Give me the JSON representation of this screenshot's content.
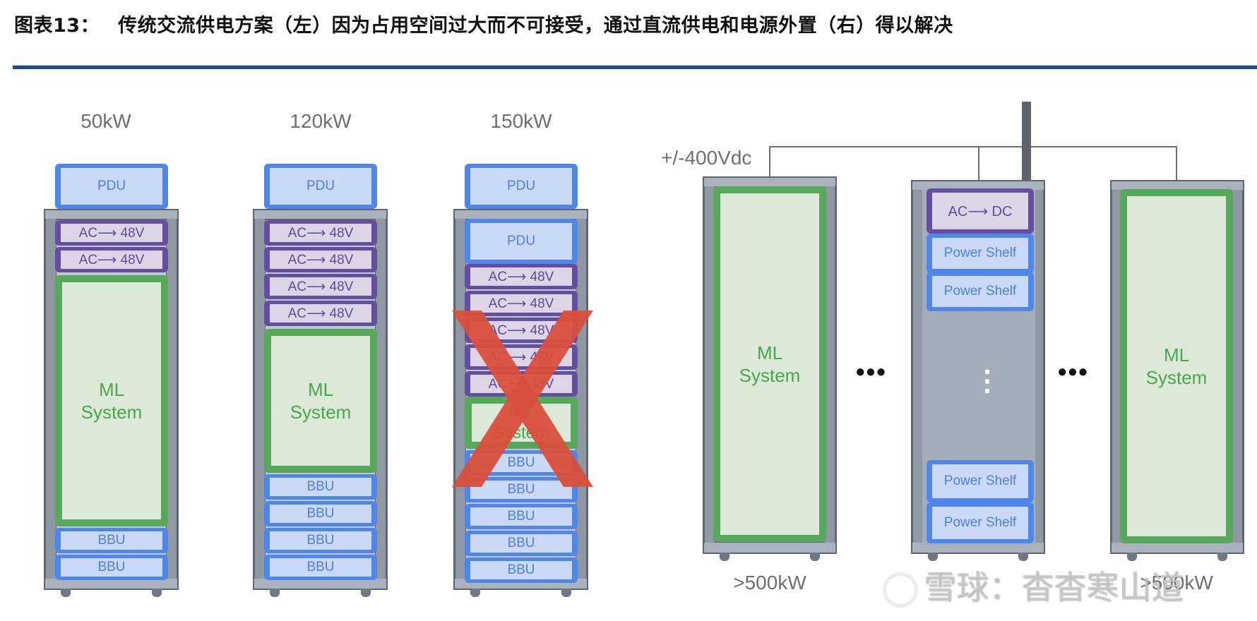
{
  "figure": {
    "number_label": "图表13：",
    "title": "传统交流供电方案（左）因为占用空间过大而不可接受，通过直流供电和电源外置（右）得以解决",
    "rule_color": "#1f4e82"
  },
  "left_racks": [
    {
      "power": "50kW",
      "top_pdu": "PDU",
      "modules": [
        {
          "type": "ac48",
          "label": "AC⟶ 48V"
        },
        {
          "type": "ac48",
          "label": "AC⟶ 48V"
        },
        {
          "type": "ml",
          "label_line1": "ML",
          "label_line2": "System"
        },
        {
          "type": "bbu",
          "label": "BBU"
        },
        {
          "type": "bbu",
          "label": "BBU"
        }
      ],
      "rejected": false
    },
    {
      "power": "120kW",
      "top_pdu": "PDU",
      "modules": [
        {
          "type": "ac48",
          "label": "AC⟶ 48V"
        },
        {
          "type": "ac48",
          "label": "AC⟶ 48V"
        },
        {
          "type": "ac48",
          "label": "AC⟶ 48V"
        },
        {
          "type": "ac48",
          "label": "AC⟶ 48V"
        },
        {
          "type": "ml",
          "label_line1": "ML",
          "label_line2": "System"
        },
        {
          "type": "bbu",
          "label": "BBU"
        },
        {
          "type": "bbu",
          "label": "BBU"
        },
        {
          "type": "bbu",
          "label": "BBU"
        },
        {
          "type": "bbu",
          "label": "BBU"
        }
      ],
      "rejected": false
    },
    {
      "power": "150kW",
      "top_pdu": "PDU",
      "modules": [
        {
          "type": "pdu",
          "label": "PDU"
        },
        {
          "type": "ac48",
          "label": "AC⟶ 48V"
        },
        {
          "type": "ac48",
          "label": "AC⟶ 48V"
        },
        {
          "type": "ac48",
          "label": "AC⟶ 48V"
        },
        {
          "type": "ac48",
          "label": "AC⟶ 48V"
        },
        {
          "type": "ac48",
          "label": "AC⟶ 48V"
        },
        {
          "type": "ml",
          "label_line1": "ML",
          "label_line2": "System"
        },
        {
          "type": "bbu",
          "label": "BBU"
        },
        {
          "type": "bbu",
          "label": "BBU"
        },
        {
          "type": "bbu",
          "label": "BBU"
        },
        {
          "type": "bbu",
          "label": "BBU"
        },
        {
          "type": "bbu",
          "label": "BBU"
        }
      ],
      "rejected": true,
      "reject_mark": "X",
      "reject_color": "#d94f3d"
    }
  ],
  "right_system": {
    "bus_label": "+/-400Vdc",
    "ml_rack_left": {
      "label_line1": "ML",
      "label_line2": "System",
      "power": ">500kW"
    },
    "power_rack": {
      "top": "AC⟶ DC",
      "shelves_top": [
        "Power Shelf",
        "Power Shelf"
      ],
      "shelves_bottom": [
        "Power Shelf",
        "Power Shelf"
      ],
      "continuation": "⋮"
    },
    "ml_rack_right": {
      "label_line1": "ML",
      "label_line2": "System",
      "power": ">500kW"
    },
    "ellipsis": "•••"
  },
  "watermark": "雪球：杳杳寒山道",
  "colors": {
    "blue_module": "#4f86ea",
    "purple_module": "#634ea0",
    "green_module": "#57a85c",
    "rack_gray": "#a4adba"
  }
}
